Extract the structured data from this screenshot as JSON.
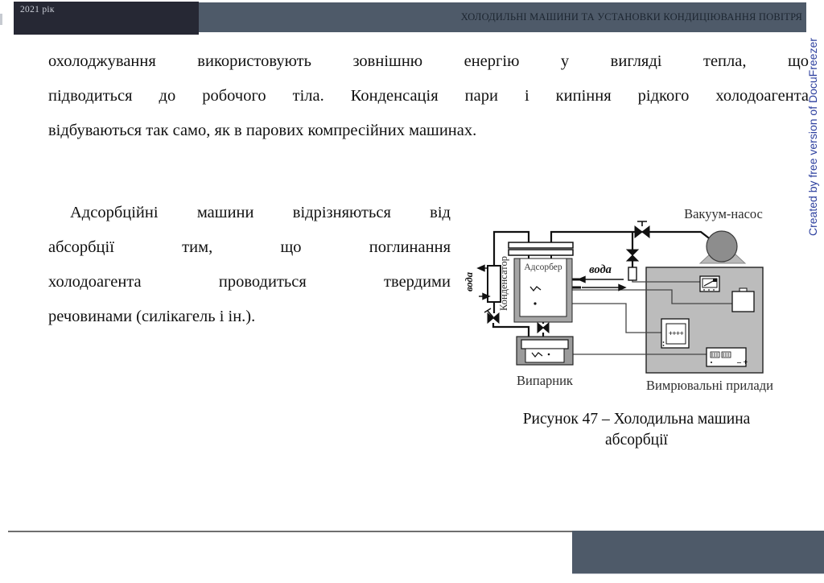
{
  "page": {
    "year_label": "2021 рік",
    "header_title": "ХОЛОДИЛЬНІ МАШИНИ ТА УСТАНОВКИ КОНДИЦІЮВАННЯ ПОВІТРЯ",
    "watermark": "Created by free version of DocuFreezer"
  },
  "body": {
    "p1": {
      "lines": [
        "охолоджування використовують зовнішню енергію у вигляді тепла, що",
        "підводиться до робочого тіла. Конденсація пари і кипіння рідкого холодоагента",
        "відбуваються так само, як в парових компресійних машинах."
      ]
    },
    "p2": {
      "lines": [
        "Адсорбційні машини відрізняються від",
        "абсорбції тим, що поглинання",
        "холодоагента проводиться твердими",
        "речовинами (силікагель і ін.)."
      ]
    }
  },
  "figure": {
    "labels": {
      "vacuum_pump": "Вакуум-насос",
      "condenser": "Конденсатор",
      "adsorber": "Адсорбер",
      "water_left": "вода",
      "water_mid": "вода",
      "evaporator": "Випарник",
      "instruments": "Вимрювальні прилади"
    },
    "instrument_marks": {
      "display_ticks": "++++",
      "terminals": "– +"
    },
    "caption": {
      "line1": "Рисунок 47 – Холодильна машина",
      "line2": "абсорбції"
    }
  },
  "colors": {
    "header_bar_dark": "#262834",
    "header_bar_slate": "#4e5a69",
    "footer_bar": "#4e5a69",
    "watermark_blue": "#2c3f9e"
  }
}
